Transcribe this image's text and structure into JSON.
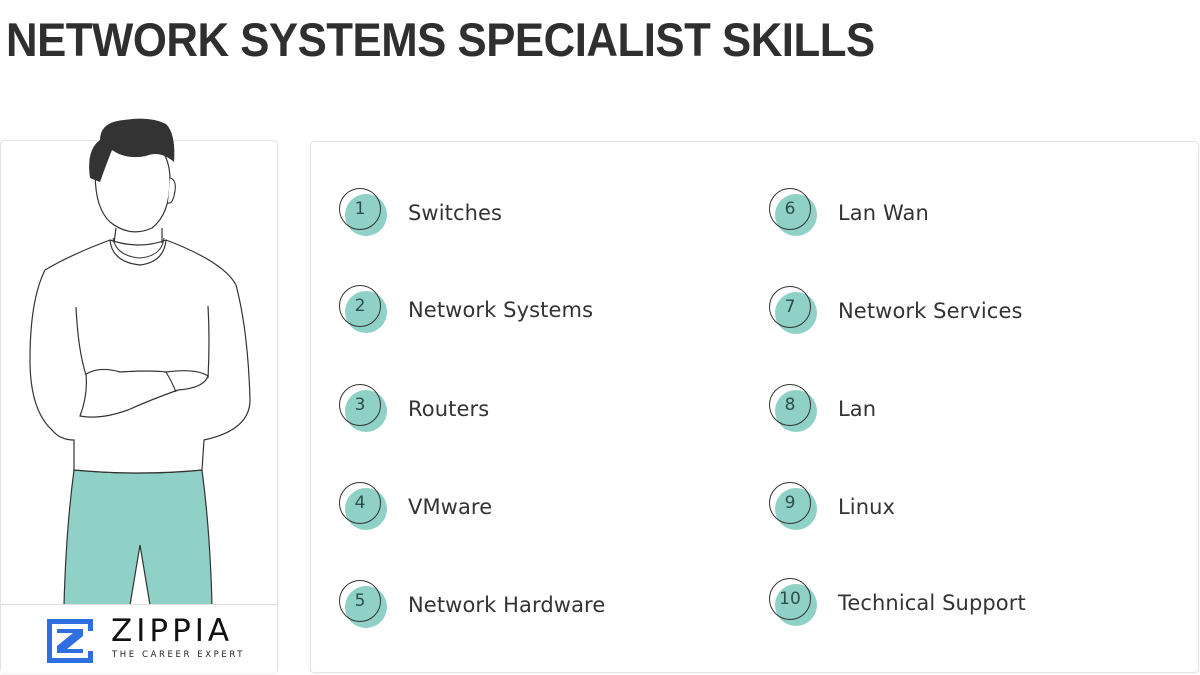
{
  "header": {
    "title": "NETWORK SYSTEMS SPECIALIST SKILLS"
  },
  "brand": {
    "name": "ZIPPIA",
    "tagline": "THE CAREER EXPERT",
    "logo_icon": "zippia-z-logo-icon",
    "logo_color": "#2f6fe0"
  },
  "illustration": {
    "icon": "person-arms-crossed-illustration",
    "pants_color": "#8fd0c7",
    "hair_color": "#333333"
  },
  "colors": {
    "badge_fill": "#8fd0c7",
    "text": "#333333",
    "border": "#e3e3e3"
  },
  "skills": {
    "left": [
      {
        "num": "1",
        "label": "Switches"
      },
      {
        "num": "2",
        "label": "Network Systems"
      },
      {
        "num": "3",
        "label": "Routers"
      },
      {
        "num": "4",
        "label": "VMware"
      },
      {
        "num": "5",
        "label": "Network Hardware"
      }
    ],
    "right": [
      {
        "num": "6",
        "label": "Lan Wan"
      },
      {
        "num": "7",
        "label": "Network Services"
      },
      {
        "num": "8",
        "label": "Lan"
      },
      {
        "num": "9",
        "label": "Linux"
      },
      {
        "num": "10",
        "label": "Technical Support"
      }
    ]
  }
}
